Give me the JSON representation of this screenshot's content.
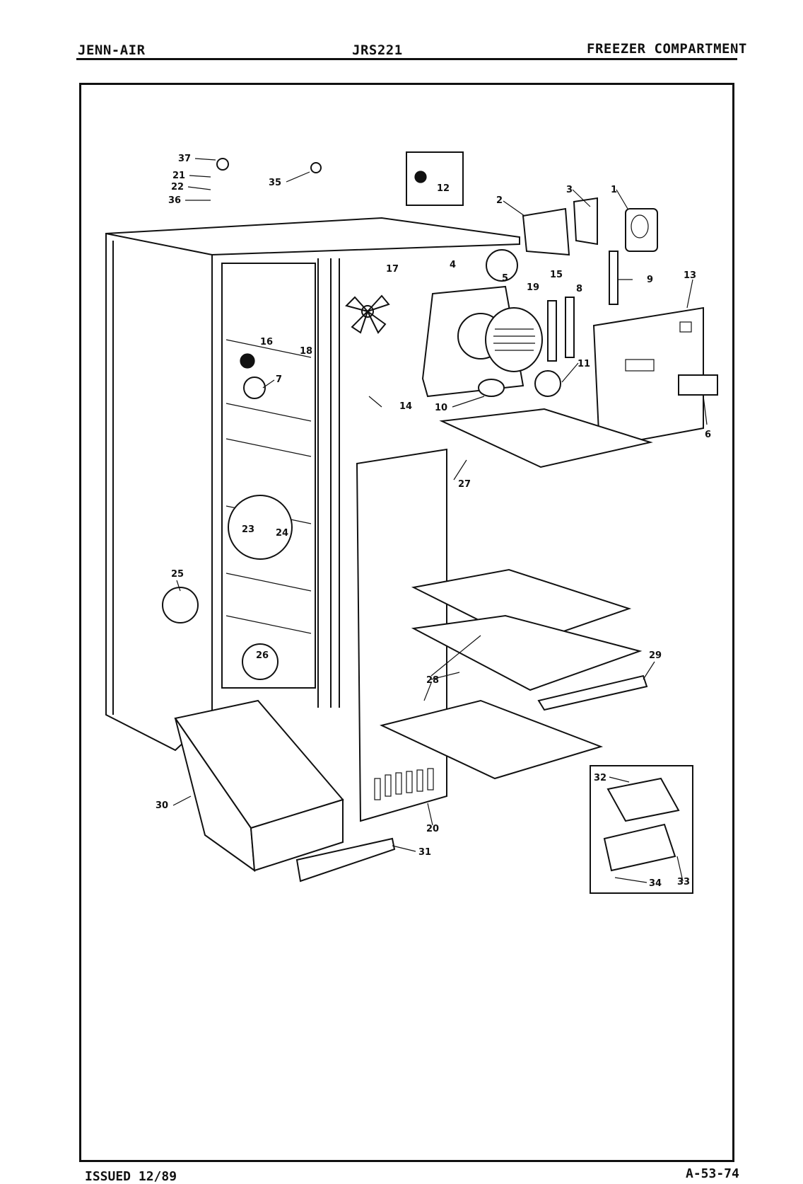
{
  "header": {
    "brand": "JENN-AIR",
    "model": "JRS221",
    "section": "FREEZER COMPARTMENT"
  },
  "footer": {
    "issued": "ISSUED 12/89",
    "doc_number": "A-53-74"
  },
  "callouts": [
    "1",
    "2",
    "3",
    "4",
    "5",
    "6",
    "7",
    "8",
    "9",
    "10",
    "11",
    "12",
    "13",
    "14",
    "15",
    "16",
    "17",
    "18",
    "19",
    "20",
    "21",
    "22",
    "23",
    "24",
    "25",
    "26",
    "27",
    "28",
    "29",
    "30",
    "31",
    "32",
    "33",
    "34",
    "35",
    "36",
    "37"
  ]
}
